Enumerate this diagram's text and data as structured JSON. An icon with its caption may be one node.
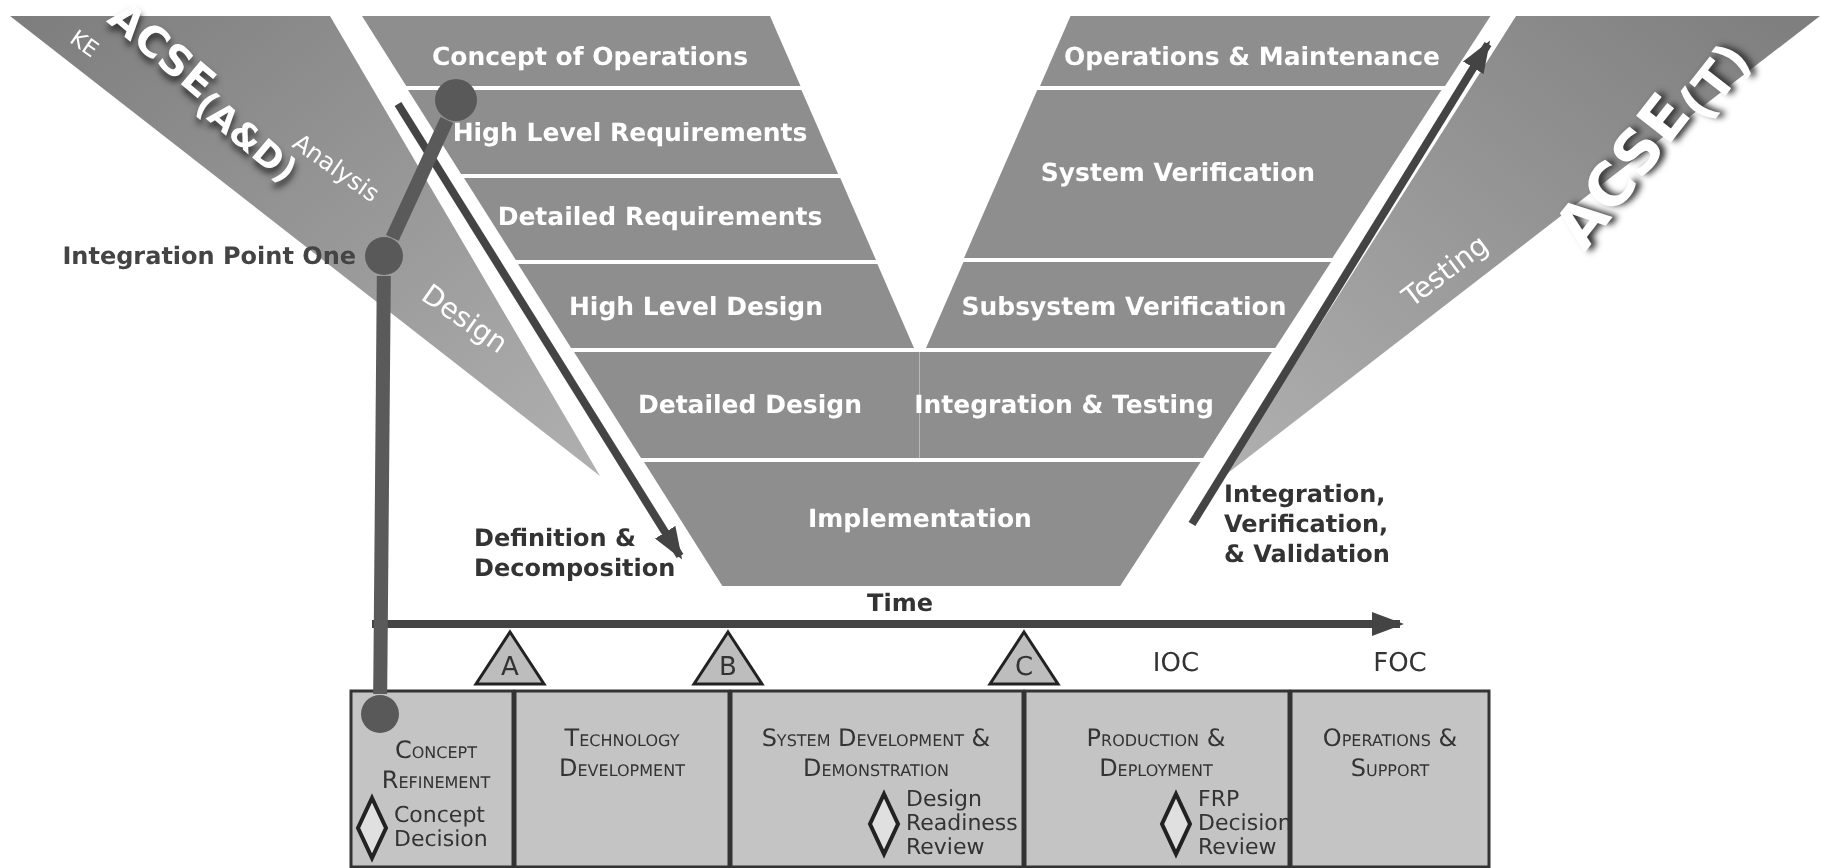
{
  "diagram": {
    "nodes": [
      {
        "text": [
          "KE",
          "ACSE$_{(A&D)}$",
          "Analysis",
          "Design"
        ]
      },
      {
        "text": [
          "Concept of Operations"
        ]
      },
      {
        "text": [
          "High Level Requirements"
        ]
      },
      {
        "text": [
          "Detailed Requirements"
        ]
      },
      {
        "text": [
          "High Level Design"
        ]
      },
      {
        "text": [
          "Detailed Design"
        ]
      },
      {
        "text": [
          "Implementation"
        ]
      },
      {
        "text": [
          "Operations & Maintenance"
        ]
      },
      {
        "text": [
          "System Verification"
        ]
      },
      {
        "text": [
          "Subsystem Verification"
        ]
      },
      {
        "text": [
          "Integration & Testing"
        ]
      },
      {
        "text": [
          "ACSE$_{(T)}$",
          "Testing"
        ]
      },
      {
        "text": [],
        "shape": "circle"
      },
      {
        "text": [],
        "shape": "circle",
        "beside": [
          "Integration Point One"
        ],
        "in": 0
      },
      {
        "text": [],
        "shape": "circle",
        "in": 18
      },
      {
        "text": [
          "A"
        ]
      },
      {
        "text": [
          "B"
        ]
      },
      {
        "text": [
          "C"
        ]
      },
      {
        "text": [
          "Concept Refinement"
        ]
      },
      {
        "text": [
          "Technology Development"
        ]
      },
      {
        "text": [
          "System Development & Demonstration"
        ]
      },
      {
        "text": [
          "Production & Deployment"
        ]
      },
      {
        "text": [
          "Operations & Support"
        ]
      },
      {
        "text": [],
        "shape": "diamond",
        "beside": [
          "Concept Decision"
        ],
        "in": 18
      },
      {
        "text": [],
        "shape": "diamond",
        "beside": [
          "Design Readiness Review"
        ],
        "in": 20
      },
      {
        "text": [],
        "shape": "diamond",
        "beside": [
          "FRP Decision Review"
        ],
        "in": 21
      }
    ],
    "edges": [
      {
        "from": 12,
        "to": 13,
        "arrow": "none"
      },
      {
        "from": 13,
        "to": 14,
        "arrow": "none"
      }
    ],
    "labels": [
      "Definition & Decomposition",
      "Integration, Verification, & Validation",
      "Time",
      "IOC",
      "FOC"
    ]
  }
}
